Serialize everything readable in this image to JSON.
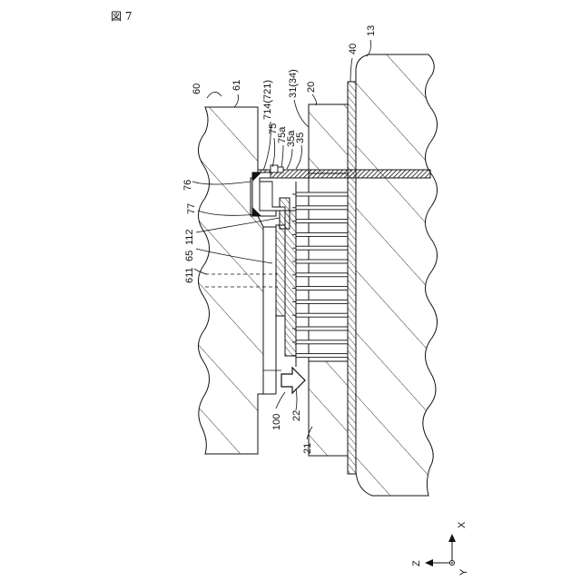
{
  "figure_title": "図 7",
  "labels": {
    "l60": "60",
    "l61": "61",
    "l714": "714(721)",
    "l75": "75",
    "l75a": "75a",
    "l35a": "35a",
    "l35": "35",
    "l3134": "31(34)",
    "l20": "20",
    "l40": "40",
    "l13": "13",
    "l76": "76",
    "l77": "77",
    "l112": "112",
    "l65": "65",
    "l611": "611",
    "l100": "100",
    "l22": "22",
    "l21": "21"
  },
  "axes": {
    "x": "X",
    "y": "Y",
    "z": "Z"
  }
}
